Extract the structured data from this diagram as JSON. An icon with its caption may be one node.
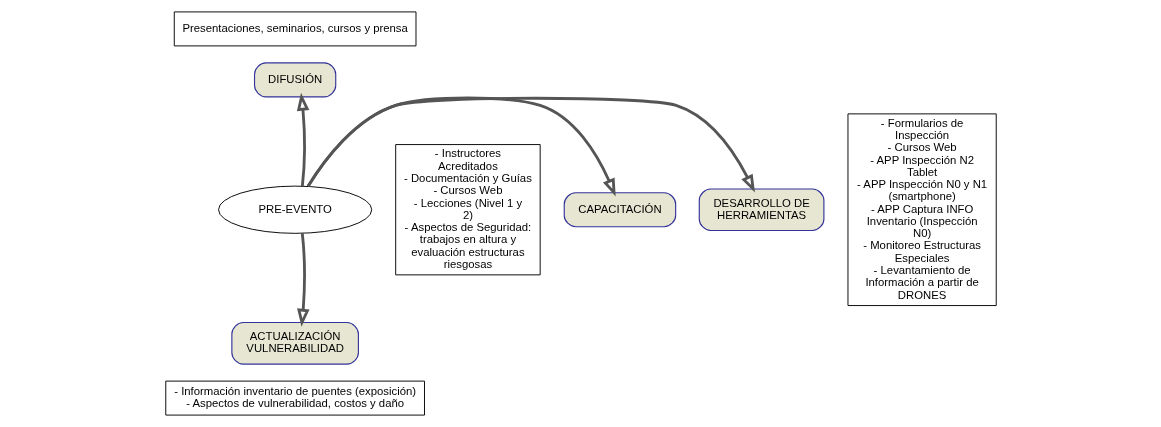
{
  "diagram": {
    "nodes": [
      {
        "text": [
          "Presentaciones, seminarios, cursos y prensa"
        ]
      },
      {
        "text": [
          "DIFUSIÓN"
        ]
      },
      {
        "text": [
          "- Instructores Acreditados",
          "- Documentación y Guías",
          "- Cursos Web",
          "- Lecciones (Nivel 1 y 2)",
          "- Aspectos de Seguridad: trabajos en altura y evaluación estructuras riesgosas"
        ]
      },
      {
        "text": [
          "CAPACITACIÓN"
        ]
      },
      {
        "text": [
          "PRE-EVENTO"
        ]
      },
      {
        "text": [
          "DESARROLLO DE HERRAMIENTAS"
        ]
      },
      {
        "text": [
          "- Formularios de Inspección",
          "- Cursos Web",
          "- APP Inspección N2 Tablet",
          "- APP Inspección N0 y N1 (smartphone)",
          "- APP Captura INFO Inventario (Inspección N0)",
          "- Monitoreo Estructuras Especiales",
          "- Levantamiento de Información a partir de DRONES"
        ]
      },
      {
        "text": [
          "ACTUALIZACIÓN VULNERABILIDAD"
        ]
      },
      {
        "text": [
          "- Información inventario de puentes (exposición)",
          "- Aspectos de vulnerabilidad, costos y daño"
        ]
      }
    ],
    "edges": [
      {
        "from": 4,
        "to": 1,
        "arrow": "to"
      },
      {
        "from": 4,
        "to": 3,
        "arrow": "to"
      },
      {
        "from": 4,
        "to": 5,
        "arrow": "to"
      },
      {
        "from": 4,
        "to": 7,
        "arrow": "to"
      }
    ]
  }
}
